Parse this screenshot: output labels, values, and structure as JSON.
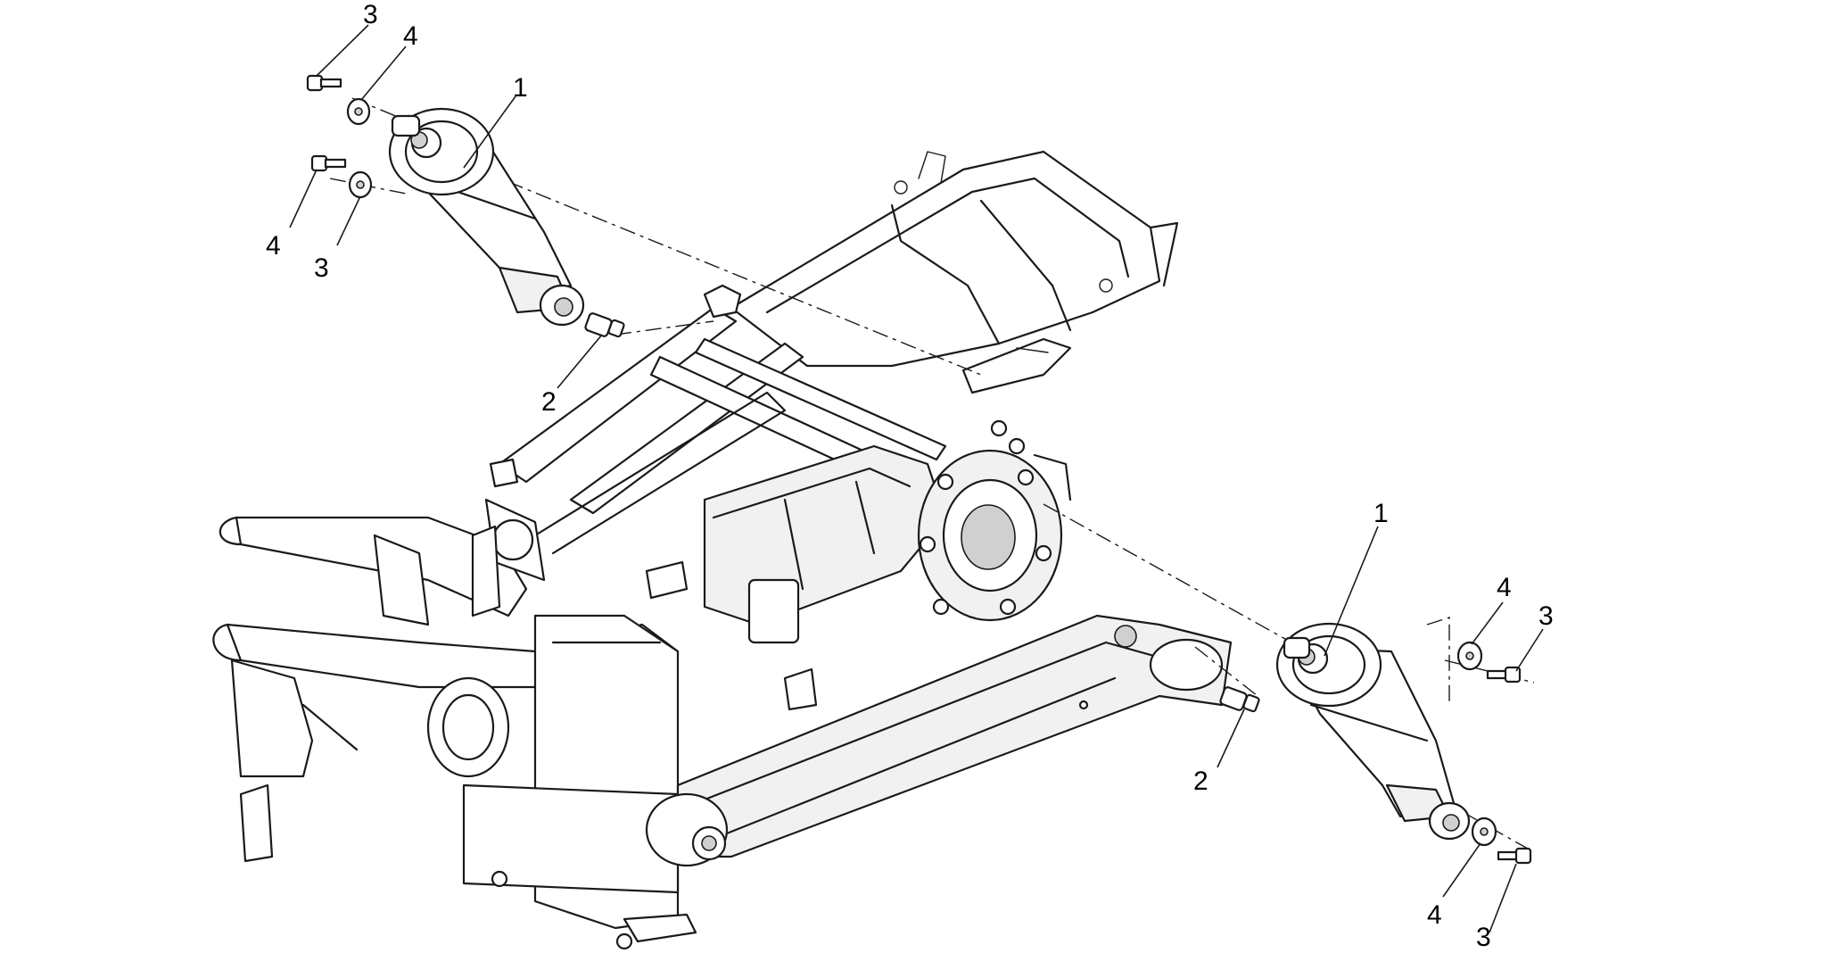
{
  "callouts": {
    "left_shock": "1",
    "left_pin": "2",
    "left_top_bolt": "3",
    "left_top_washer": "4",
    "left_lower_bolt": "4",
    "left_lower_washer": "3",
    "right_shock": "1",
    "right_pin": "2",
    "right_top_washer": "4",
    "right_top_bolt": "3",
    "right_bottom_washer": "4",
    "right_bottom_bolt": "3"
  }
}
